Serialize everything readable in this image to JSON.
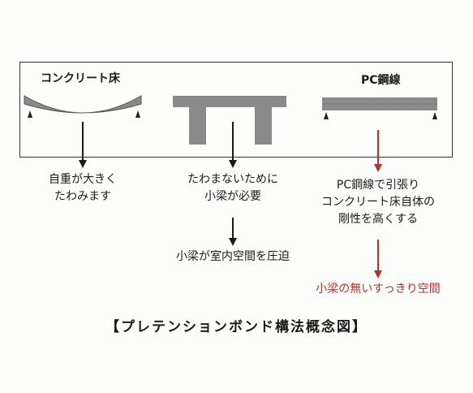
{
  "labels": {
    "concrete_floor": "コンクリート床",
    "pc_strand": "PC鋼線"
  },
  "captions": {
    "left": [
      "自重が大きく",
      "たわみます"
    ],
    "middle": [
      "たわまないために",
      "小梁が必要"
    ],
    "middle_bottom": "小梁が室内空間を圧迫",
    "right": [
      "PC鋼線で引張り",
      "コンクリート床自体の",
      "剛性を高くする"
    ],
    "right_bottom": "小梁の無いすっきり空間"
  },
  "title": "【プレテンションボンド構法概念図】",
  "colors": {
    "slab": "#8a8a8a",
    "outline": "#333333",
    "arrow_black": "#1a1a1a",
    "arrow_red": "#b8322c"
  }
}
